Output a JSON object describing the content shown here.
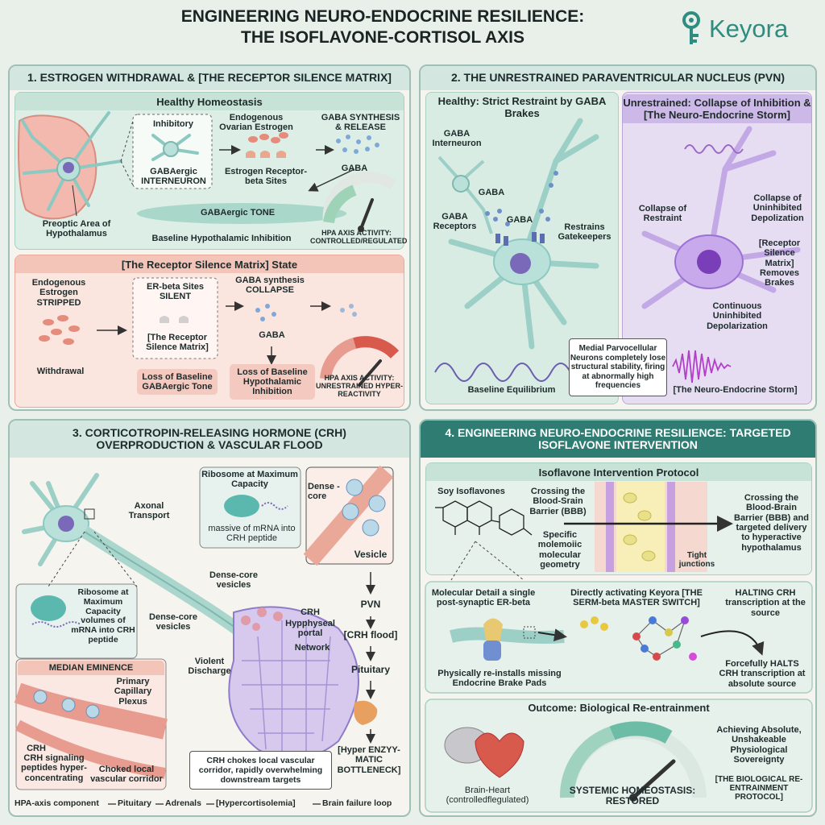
{
  "header": {
    "title_line1": "ENGINEERING NEURO-ENDOCRINE RESILIENCE:",
    "title_line2": "THE ISOFLAVONE-CORTISOL AXIS",
    "brand": "Keyora"
  },
  "p1": {
    "title": "1. ESTROGEN WITHDRAWAL & [THE RECEPTOR SILENCE MATRIX]",
    "healthy": {
      "title": "Healthy Homeostasis",
      "inhibitory": "Inhibitory",
      "interneuron": "GABAergic INTERNEURON",
      "estrogen": "Endogenous Ovarian Estrogen",
      "er_sites": "Estrogen Receptor-beta Sites",
      "gaba_syn": "GABA SYNTHESIS & RELEASE",
      "gaba": "GABA",
      "tone": "GABAergic TONE",
      "poa": "Preoptic Area of Hypothalamus",
      "baseline": "Baseline Hypothalamic Inhibition",
      "hpa": "HPA AXIS ACTIVITY: CONTROLLED/REGULATED",
      "hpa_level": 0.75
    },
    "matrix": {
      "title": "[The Receptor Silence Matrix] State",
      "estrogen": "Endogenous Estrogen STRIPPED",
      "withdrawal": "Withdrawal",
      "er": "ER-beta Sites SILENT",
      "matrix": "[The Receptor Silence Matrix]",
      "collapse": "GABA synthesis COLLAPSE",
      "gaba": "GABA",
      "loss1": "Loss of Baseline GABAergic Tone",
      "loss2": "Loss of Baseline Hypothalamic Inhibition",
      "hpa": "HPA AXIS ACTIVITY: UNRESTRAINED HYPER-REACTIVITY",
      "hpa_level": 0.92
    }
  },
  "p2": {
    "title": "2. THE UNRESTRAINED PARAVENTRICULAR NUCLEUS (PVN)",
    "healthy": {
      "title": "Healthy: Strict Restraint by GABA Brakes",
      "interneuron": "GABA Interneuron",
      "gaba1": "GABA",
      "gaba2": "GABA",
      "receptors": "GABA Receptors",
      "restrains": "Restrains Gatekeepers",
      "baseline": "Baseline Equilibrium"
    },
    "unrestrained": {
      "title": "Unrestrained: Collapse of Inhibition & [The Neuro-Endocrine Storm]",
      "collapse": "Collapse of Restraint",
      "uninhib": "Collapse of Uninhibited Depolization",
      "matrix": "[Receptor Silence Matrix] Removes Brakes",
      "continuous": "Continuous Uninhibited Depolarization",
      "storm": "[The Neuro-Endocrine Storm]"
    },
    "note": "Medial Parvocellular Neurons completely lose structural stability, firing at abnormally high frequencies"
  },
  "p3": {
    "title": "3. CORTICOTROPIN-RELEASING HORMONE (CRH) OVERPRODUCTION & VASCULAR FLOOD",
    "ribosome_top": "Ribosome at Maximum Capacity",
    "ribosome_top_sub": "massive of mRNA into CRH peptide",
    "dense_core": "Dense -core",
    "vesicle": "Vesicle",
    "axonal": "Axonal Transport",
    "ribosome_left": "Ribosome at Maximum Capacity volumes of mRNA into CRH peptide",
    "dcv1": "Dense-core vesicles",
    "dcv2": "Dense-core vesicles",
    "crh": "CRH",
    "portal": "Hypphyseal portal",
    "network": "Network",
    "violent": "Violent Discharge",
    "median": "MEDIAN EMINENCE",
    "primary": "Primary Capillary Plexus",
    "crh_short": "CRH",
    "signaling": "CRH signaling peptides hyper-concentrating",
    "choked": "Choked local vascular corridor",
    "chokes": "CRH chokes local vascular corridor, rapidly overwhelming downstream targets",
    "flow": [
      "PVN",
      "[CRH flood]",
      "Pituitary"
    ],
    "bottleneck": "[Hyper ENZYY-MATIC BOTTLENECK]",
    "footer": [
      "HPA-axis component",
      "Pituitary",
      "Adrenals",
      "[Hypercortisolemia]",
      "Brain failure loop"
    ]
  },
  "p4": {
    "title": "4. ENGINEERING NEURO-ENDOCRINE RESILIENCE: TARGETED ISOFLAVONE INTERVENTION",
    "protocol": {
      "title": "Isoflavone Intervention Protocol",
      "soy": "Soy Isoflavones",
      "crossing1": "Crossing the Blood-Srain Barrier (BBB)",
      "specific": "Specific molemoiic molecular geometry",
      "tight": "Tight junctions",
      "crossing2": "Crossing the Blood-Brain Barrier (BBB) and targeted delivery to hyperactive hypothalamus"
    },
    "mech": {
      "detail": "Molecular Detail a single post-synaptic ER-beta",
      "activating": "Directly activating Keyora [THE SERM-beta MASTER SWITCH]",
      "halting": "HALTING CRH transcription at the source",
      "reinstalls": "Physically re-installs missing Endocrine Brake Pads",
      "halts": "Forcefully HALTS CRH transcription at absolute source"
    },
    "outcome": {
      "title": "Outcome: Biological Re-entrainment",
      "brain_heart": "Brain-Heart (controlledflegulated)",
      "systemic": "SYSTEMIC HOMEOSTASIS: RESTORED",
      "achieving": "Achieving Absolute, Unshakeable Physiological Sovereignty",
      "protocol": "[THE BIOLOGICAL RE-ENTRAINMENT PROTOCOL]",
      "level": 0.72
    }
  },
  "colors": {
    "teal": "#2f7d72",
    "coral": "#e58c7c",
    "lavender": "#c9b6e4",
    "green_panel": "#dcebe3",
    "pink_panel": "#f7e0da"
  }
}
